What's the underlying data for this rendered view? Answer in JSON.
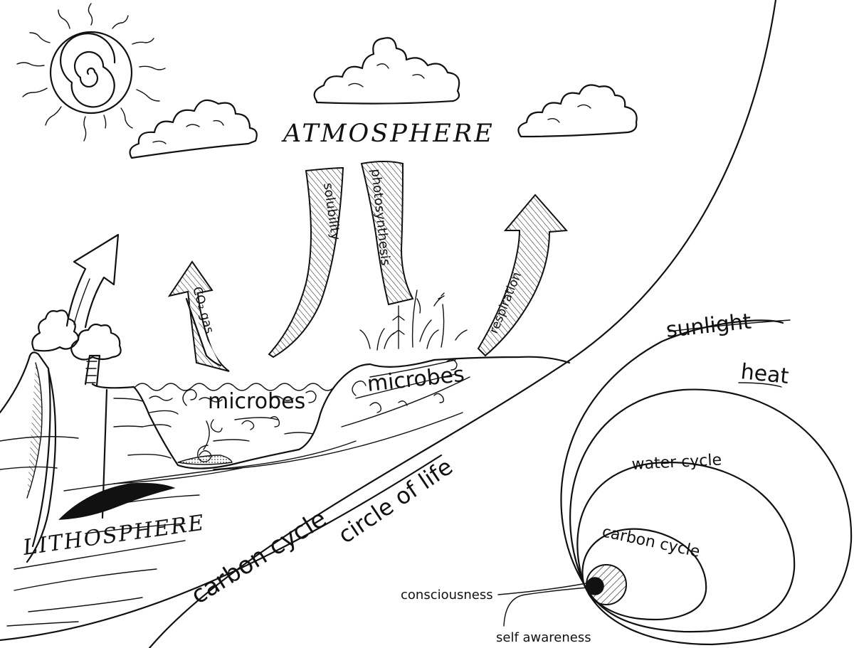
{
  "labels": {
    "atmosphere": "ATMOSPHERE",
    "lithosphere": "LITHOSPHERE",
    "solubility": "solubility",
    "photosynthesis": "photosynthesis",
    "respiration": "respiration",
    "co2_gas": "CO₂ gas",
    "microbes_left": "microbes",
    "microbes_right": "microbes",
    "carbon_cycle_earth": "carbon cycle",
    "circle_of_life": "circle of life"
  },
  "rings": {
    "sunlight": "sunlight",
    "heat": "heat",
    "water_cycle": "water cycle",
    "carbon_cycle": "carbon cycle",
    "consciousness": "consciousness",
    "self_awareness": "self awareness"
  },
  "colors": {
    "ink": "#111111",
    "paper": "#ffffff"
  }
}
